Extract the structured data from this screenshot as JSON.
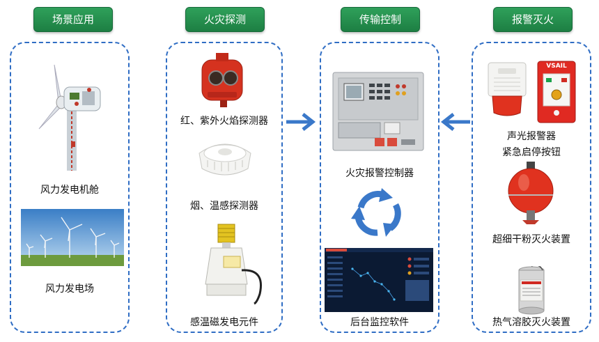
{
  "headers": {
    "scene": "场景应用",
    "detect": "火灾探测",
    "transmit": "传输控制",
    "alarm": "报警灭火"
  },
  "scene": {
    "nacelle_label": "风力发电机舱",
    "farm_label": "风力发电场"
  },
  "detect": {
    "flame_label": "红、紫外火焰探测器",
    "smoke_label": "烟、温感探测器",
    "thermal_label": "感温磁发电元件"
  },
  "transmit": {
    "controller_label": "火灾报警控制器",
    "software_label": "后台监控软件",
    "brand_text": "VSAIL"
  },
  "alarm": {
    "sounder_label": "声光报警器",
    "stop_button_label": "紧急启停按钮",
    "powder_label": "超细干粉灭火装置",
    "aerosol_label": "热气溶胶灭火装置"
  },
  "colors": {
    "header_green": "#1d7f43",
    "dash_blue": "#2f6dc4",
    "arrow_blue": "#3a78c9"
  }
}
